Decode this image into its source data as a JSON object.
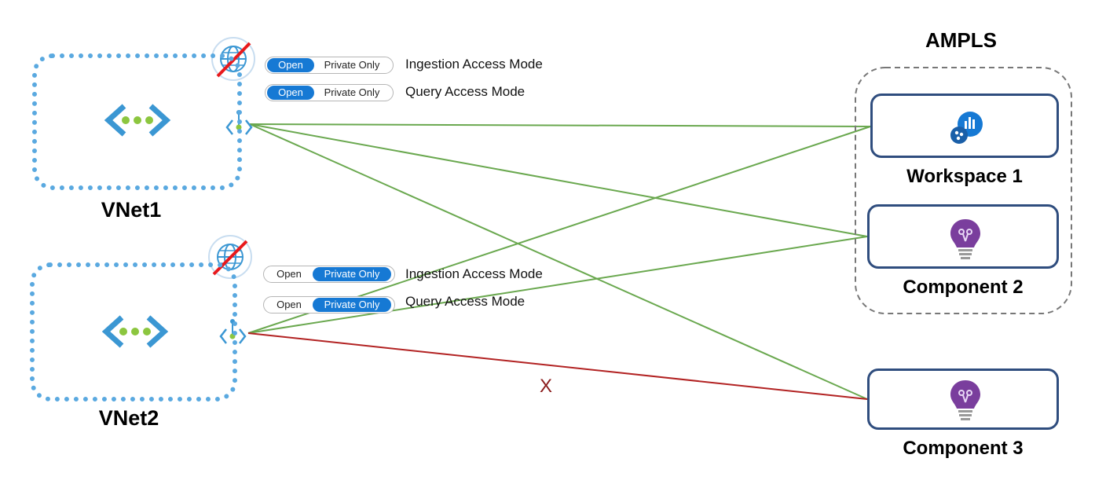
{
  "title": "AMPLS",
  "vnets": [
    {
      "label": "VNet1",
      "toggles": [
        {
          "left": "Open",
          "right": "Private Only",
          "active": "left",
          "mode": "Ingestion Access Mode"
        },
        {
          "left": "Open",
          "right": "Private Only",
          "active": "left",
          "mode": "Query Access Mode"
        }
      ]
    },
    {
      "label": "VNet2",
      "toggles": [
        {
          "left": "Open",
          "right": "Private Only",
          "active": "right",
          "mode": "Ingestion Access Mode"
        },
        {
          "left": "Open",
          "right": "Private Only",
          "active": "right",
          "mode": "Query Access Mode"
        }
      ]
    }
  ],
  "resources": [
    {
      "label": "Workspace 1",
      "icon": "log-analytics-workspace-icon"
    },
    {
      "label": "Component 2",
      "icon": "application-insights-bulb-icon"
    },
    {
      "label": "Component 3",
      "icon": "application-insights-bulb-icon"
    }
  ],
  "blocked_marker": "X",
  "colors": {
    "allowed": "#6aa84f",
    "blocked": "#b22222",
    "vnet_border": "#5aa9e0",
    "resource_border": "#2f4d7e",
    "toggle_active": "#1679d4"
  }
}
